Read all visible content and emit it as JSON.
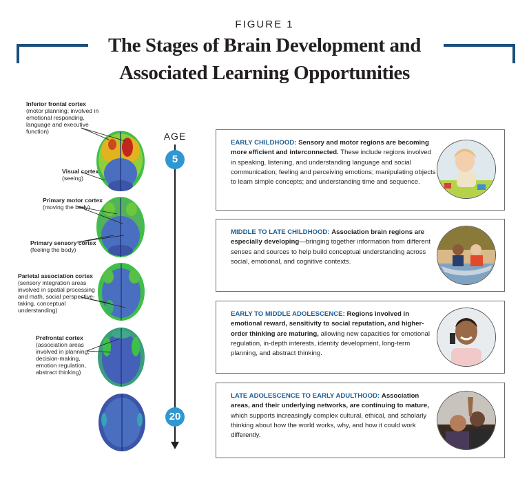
{
  "header": {
    "figure_label": "FIGURE 1",
    "title_line1": "The Stages of Brain Development and",
    "title_line2": "Associated Learning Opportunities"
  },
  "brain_labels": [
    {
      "name": "Inferior frontal cortex",
      "desc": "(motor planning; involved in emotional responding, language and executive function)"
    },
    {
      "name": "Visual cortex",
      "desc": "(seeing)"
    },
    {
      "name": "Primary motor cortex",
      "desc": "(moving the body)"
    },
    {
      "name": "Primary sensory cortex",
      "desc": "(feeling the body)"
    },
    {
      "name": "Parietal association cortex",
      "desc": "(sensory integration areas involved in spatial processing and math, social perspective-taking, conceptual understanding)"
    },
    {
      "name": "Prefrontal cortex",
      "desc": "(association areas involved in planning, decision-making, emotion regulation, abstract thinking)"
    }
  ],
  "timeline": {
    "age_label": "AGE",
    "start_age": "5",
    "end_age": "20"
  },
  "stages": [
    {
      "title": "EARLY CHILDHOOD:",
      "highlight": "Sensory and motor regions are becoming more efficient and interconnected.",
      "body": "These include regions involved in speaking, listening, and understanding language and social communication; feeling and perceiving emotions; manipulating objects to learn simple concepts; and understanding time and sequence.",
      "photo_icon": "child-playing-photo"
    },
    {
      "title": "MIDDLE TO LATE CHILDHOOD:",
      "highlight": "Association brain regions are especially developing",
      "body": "—bringing together information from different senses and sources to help build conceptual understanding across social, emotional, and cognitive contexts.",
      "photo_icon": "children-canoe-photo"
    },
    {
      "title": "EARLY TO MIDDLE ADOLESCENCE:",
      "highlight": "Regions involved in emotional reward, sensitivity to social reputation, and higher-order thinking are maturing,",
      "body": "allowing new capacities for emotional regulation, in-depth interests, identity development, long-term planning, and abstract thinking.",
      "photo_icon": "teen-on-phone-photo"
    },
    {
      "title": "LATE ADOLESCENCE TO EARLY ADULTHOOD:",
      "highlight": "Association areas, and their underlying networks, are continuing to mature,",
      "body": "which supports increasingly complex cultural, ethical, and scholarly thinking about how the world works, why, and how it could work differently.",
      "photo_icon": "young-adults-photo"
    }
  ],
  "colors": {
    "accent_blue": "#1e5d92",
    "age_circle": "#2f97d1",
    "bracket": "#1a4f7c"
  }
}
